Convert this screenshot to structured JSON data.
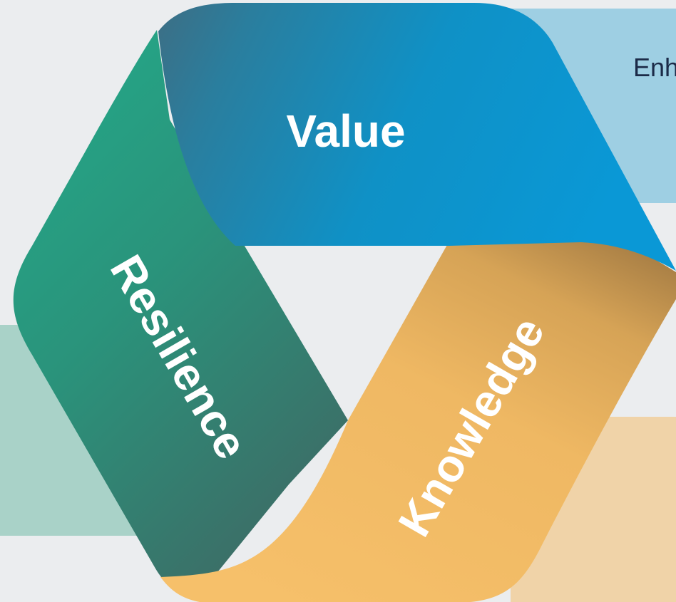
{
  "segments": {
    "value": {
      "label": "Value",
      "color": "#1494c9"
    },
    "resilience": {
      "label": "Resilience",
      "color": "#2a9a80"
    },
    "knowledge": {
      "label": "Knowledge",
      "color": "#f1bb64"
    }
  },
  "side_panels": {
    "top_right": {
      "text": "Enh",
      "color": "#9ecfe3"
    },
    "bottom_left": {
      "color": "#a9d2c8"
    },
    "bottom_right": {
      "color": "#f0d3a8"
    }
  }
}
